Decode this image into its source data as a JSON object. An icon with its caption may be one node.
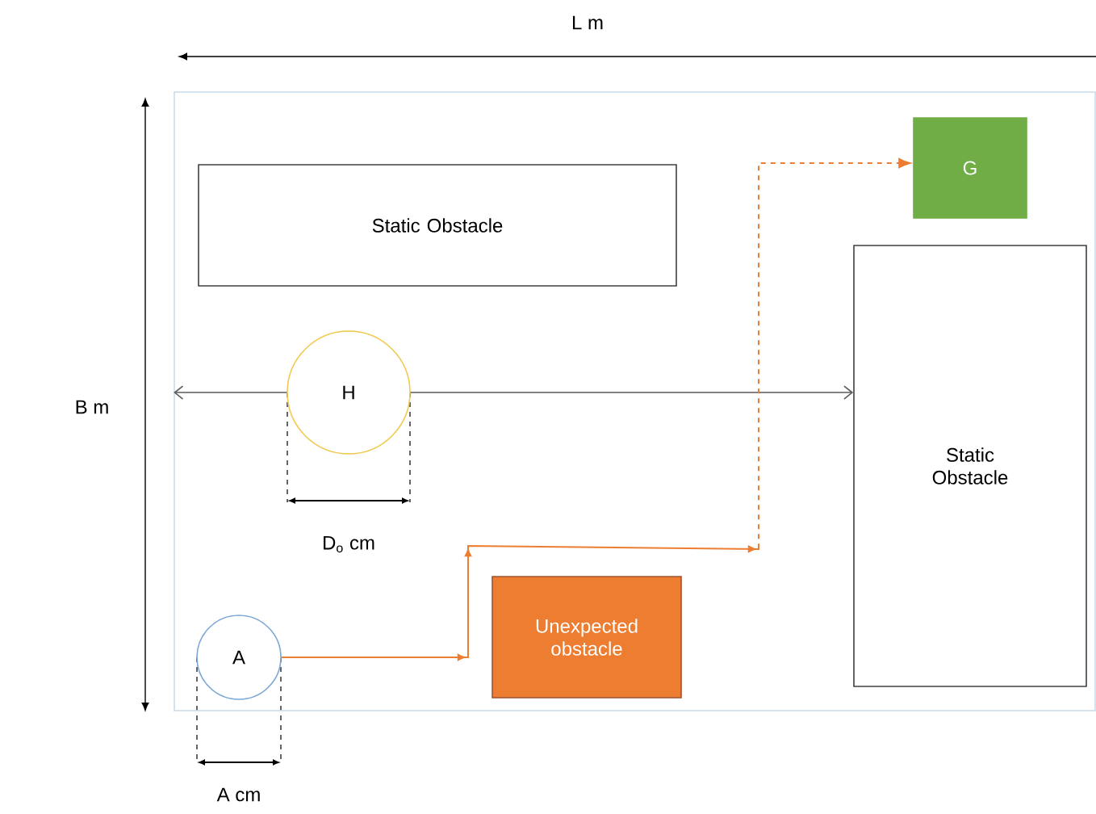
{
  "diagram": {
    "nodes": [
      {
        "text": [],
        "shape": "box"
      },
      {
        "text": [
          "Static Obstacle"
        ],
        "in": 0
      },
      {
        "text": [
          "G"
        ],
        "in": 0
      },
      {
        "text": [
          "H"
        ],
        "in": 0
      },
      {
        "text": [
          "Static Obstacle"
        ],
        "in": 0
      },
      {
        "text": [
          "Unexpected obstacle"
        ],
        "in": 0
      },
      {
        "text": [
          "A"
        ],
        "in": 0
      }
    ],
    "edges": [
      {
        "from": 3,
        "to": 0,
        "arrow": "to"
      },
      {
        "from": 3,
        "to": 4,
        "arrow": "to"
      },
      {
        "from": 6,
        "to": 2,
        "arrow": "to",
        "style": "dashed",
        "color": "#ed7d31"
      }
    ],
    "labels": [
      "L m",
      "B m",
      "D$_{o}$ cm",
      "A cm"
    ]
  }
}
